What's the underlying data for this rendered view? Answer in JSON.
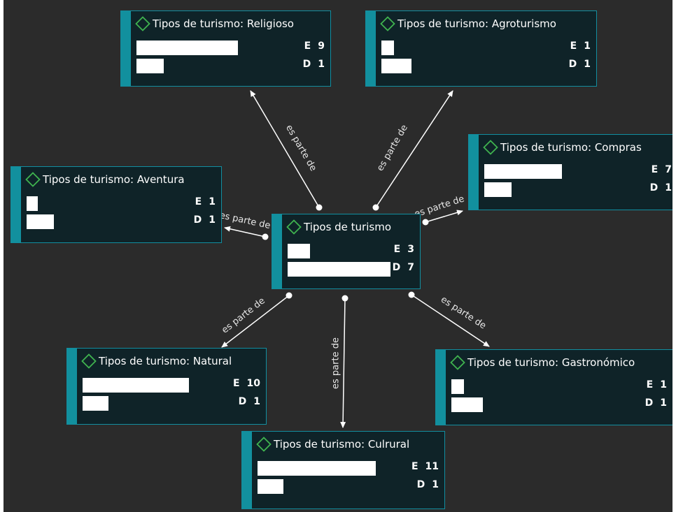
{
  "edge_label": "es parte de",
  "nodes": [
    {
      "id": "center",
      "title": "Tipos de turismo",
      "e": 3,
      "d": 7
    },
    {
      "id": "religioso",
      "title": "Tipos de turismo: Religioso",
      "e": 9,
      "d": 1
    },
    {
      "id": "agroturismo",
      "title": "Tipos de turismo: Agroturismo",
      "e": 1,
      "d": 1
    },
    {
      "id": "compras",
      "title": "Tipos de turismo: Compras",
      "e": 7,
      "d": 1
    },
    {
      "id": "aventura",
      "title": "Tipos de turismo: Aventura",
      "e": 1,
      "d": 1
    },
    {
      "id": "natural",
      "title": "Tipos de turismo: Natural",
      "e": 10,
      "d": 1
    },
    {
      "id": "gastronomico",
      "title": "Tipos de turismo: Gastronómico",
      "e": 1,
      "d": 1
    },
    {
      "id": "cultural",
      "title": "Tipos de turismo: Culrural",
      "e": 11,
      "d": 1
    }
  ],
  "labels": {
    "e": "E",
    "d": "D"
  },
  "colors": {
    "background": "#2b2b2b",
    "node_fill": "#0f2328",
    "accent": "#12909e",
    "bar": "#ffffff",
    "diamond": "#3fb34f"
  }
}
